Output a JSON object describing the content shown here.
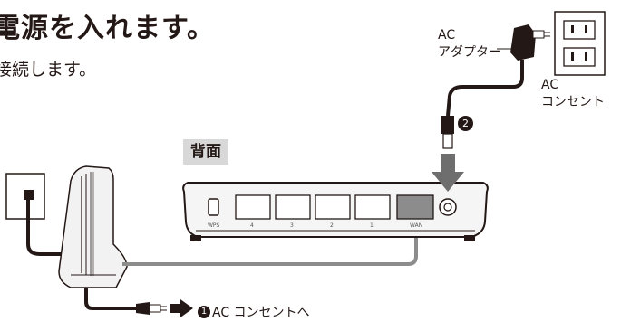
{
  "title": "電源を入れます。",
  "subtitle": "接続します。",
  "labels": {
    "adapter": [
      "AC",
      "アダプター"
    ],
    "outlet": [
      "AC",
      "コンセント"
    ],
    "back": "背面",
    "step2_marker": "2",
    "step1_marker": "1",
    "step1_text": "AC コンセントへ"
  },
  "router_ports": {
    "wps": "WPS",
    "lan": [
      "4",
      "3",
      "2",
      "1"
    ],
    "wan": "WAN"
  },
  "colors": {
    "cable_black": "#231815",
    "cable_gray": "#8c8c8c",
    "arrow_gray": "#6e6e6e",
    "label_bg": "#d8d8d8"
  }
}
